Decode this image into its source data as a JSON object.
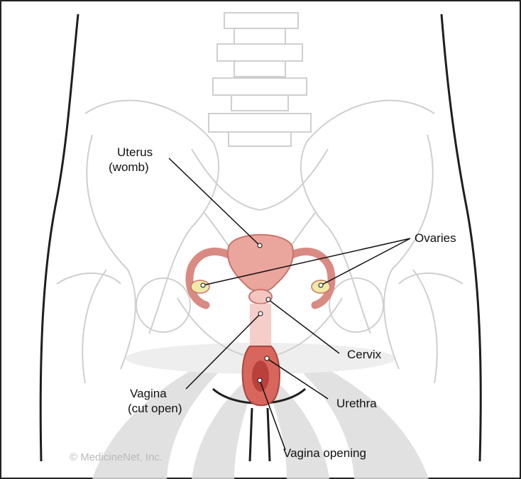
{
  "labels": {
    "uterus_line1": "Uterus",
    "uterus_line2": "(womb)",
    "ovaries": "Ovaries",
    "cervix": "Cervix",
    "vagina_line1": "Vagina",
    "vagina_line2": "(cut open)",
    "urethra": "Urethra",
    "vagina_opening": "Vagina opening"
  },
  "credit": "© MedicineNet, Inc.",
  "colors": {
    "bone_outline": "#d2d2d2",
    "body_outline": "#222222",
    "uterus": "#e8a8a0",
    "uterus_dark": "#c9746b",
    "ovary": "#f1eaa6",
    "watermark": "#d9d9d9"
  }
}
